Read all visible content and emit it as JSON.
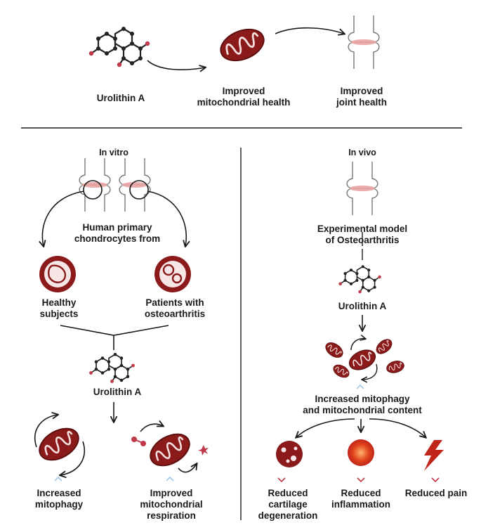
{
  "top": {
    "urolithin": "Urolithin A",
    "mito": "Improved\nmitochondrial health",
    "joint": "Improved\njoint health"
  },
  "invitro": {
    "title": "In vitro",
    "chondro": "Human primary\nchondrocytes from",
    "healthy": "Healthy\nsubjects",
    "patients": "Patients with\nosteoarthritis",
    "urolithin": "Urolithin A",
    "mitophagy": "Increased\nmitophagy",
    "respiration": "Improved\nmitochondrial\nrespiration"
  },
  "invivo": {
    "title": "In vivo",
    "model": "Experimental model\nof Osteoarthritis",
    "urolithin": "Urolithin A",
    "increased": "Increased mitophagy\nand mitochondrial content",
    "cartilage": "Reduced\ncartilage\ndegeneration",
    "inflammation": "Reduced\ninflammation",
    "pain": "Reduced pain"
  },
  "colors": {
    "mito": "#8b1a1a",
    "accent": "#c0394a",
    "bone_pink": "#e9a3a3",
    "chevron": "#a6c8e8"
  }
}
